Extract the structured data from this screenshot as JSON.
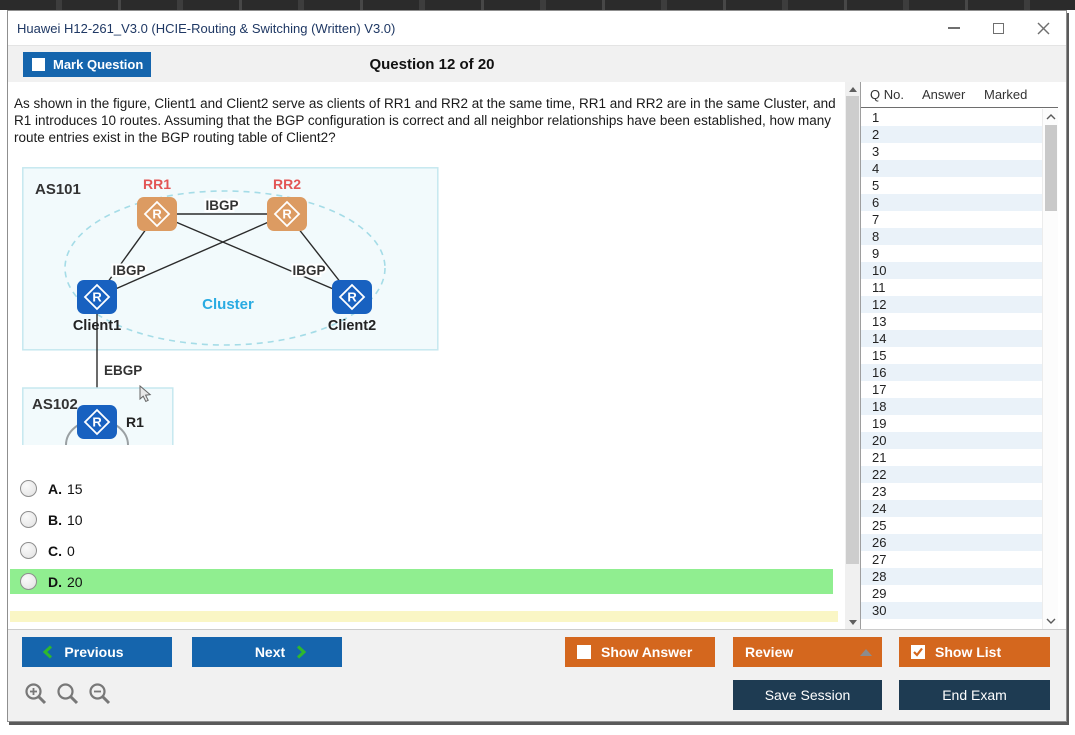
{
  "colors": {
    "accent-blue": "#1565AD",
    "accent-orange": "#D4671E",
    "accent-navy": "#1E3B52",
    "highlight-green": "#90EE90",
    "bar-yellow": "#FAF6C5",
    "row-alt": "#EAF2F9",
    "title-text": "#1F3864",
    "label-red": "#E25555",
    "cluster-cyan": "#29ABE2",
    "router-orange": "#DC9B62",
    "router-blue": "#1861C0",
    "diagram-box-bg": "#F2FAFC",
    "diagram-box-border": "#C6E8EF",
    "chevron-green": "#2EB82E"
  },
  "window": {
    "title": "Huawei H12-261_V3.0 (HCIE-Routing & Switching (Written) V3.0)"
  },
  "header": {
    "mark_question": "Mark Question",
    "question_counter": "Question 12 of 20"
  },
  "question": {
    "text": "As shown in the figure, Client1 and Client2 serve as clients of RR1 and RR2 at the same time, RR1 and RR2 are in the same Cluster, and R1 introduces 10 routes. Assuming that the BGP configuration is correct and all neighbor relationships have been established, how many route entries exist in the BGP routing table of Client2?"
  },
  "diagram": {
    "as101_label": "AS101",
    "as102_label": "AS102",
    "rr1_label": "RR1",
    "rr2_label": "RR2",
    "client1_label": "Client1",
    "client2_label": "Client2",
    "r1_label": "R1",
    "ibgp_top": "IBGP",
    "ibgp_left": "IBGP",
    "ibgp_right": "IBGP",
    "ebgp": "EBGP",
    "cluster_label": "Cluster",
    "router_glyph": "R"
  },
  "options": [
    {
      "letter": "A.",
      "text": "15",
      "highlighted": false
    },
    {
      "letter": "B.",
      "text": "10",
      "highlighted": false
    },
    {
      "letter": "C.",
      "text": "0",
      "highlighted": false
    },
    {
      "letter": "D.",
      "text": "20",
      "highlighted": true
    }
  ],
  "question_list": {
    "headers": [
      "Q No.",
      "Answer",
      "Marked"
    ],
    "rows": [
      {
        "no": "1",
        "answer": "",
        "marked": ""
      },
      {
        "no": "2",
        "answer": "",
        "marked": ""
      },
      {
        "no": "3",
        "answer": "",
        "marked": ""
      },
      {
        "no": "4",
        "answer": "",
        "marked": ""
      },
      {
        "no": "5",
        "answer": "",
        "marked": ""
      },
      {
        "no": "6",
        "answer": "",
        "marked": ""
      },
      {
        "no": "7",
        "answer": "",
        "marked": ""
      },
      {
        "no": "8",
        "answer": "",
        "marked": ""
      },
      {
        "no": "9",
        "answer": "",
        "marked": ""
      },
      {
        "no": "10",
        "answer": "",
        "marked": ""
      },
      {
        "no": "11",
        "answer": "",
        "marked": ""
      },
      {
        "no": "12",
        "answer": "",
        "marked": ""
      },
      {
        "no": "13",
        "answer": "",
        "marked": ""
      },
      {
        "no": "14",
        "answer": "",
        "marked": ""
      },
      {
        "no": "15",
        "answer": "",
        "marked": ""
      },
      {
        "no": "16",
        "answer": "",
        "marked": ""
      },
      {
        "no": "17",
        "answer": "",
        "marked": ""
      },
      {
        "no": "18",
        "answer": "",
        "marked": ""
      },
      {
        "no": "19",
        "answer": "",
        "marked": ""
      },
      {
        "no": "20",
        "answer": "",
        "marked": ""
      },
      {
        "no": "21",
        "answer": "",
        "marked": ""
      },
      {
        "no": "22",
        "answer": "",
        "marked": ""
      },
      {
        "no": "23",
        "answer": "",
        "marked": ""
      },
      {
        "no": "24",
        "answer": "",
        "marked": ""
      },
      {
        "no": "25",
        "answer": "",
        "marked": ""
      },
      {
        "no": "26",
        "answer": "",
        "marked": ""
      },
      {
        "no": "27",
        "answer": "",
        "marked": ""
      },
      {
        "no": "28",
        "answer": "",
        "marked": ""
      },
      {
        "no": "29",
        "answer": "",
        "marked": ""
      },
      {
        "no": "30",
        "answer": "",
        "marked": ""
      }
    ]
  },
  "footer": {
    "previous": "Previous",
    "next": "Next",
    "show_answer": "Show Answer",
    "review": "Review",
    "show_list": "Show List",
    "save_session": "Save Session",
    "end_exam": "End Exam"
  }
}
